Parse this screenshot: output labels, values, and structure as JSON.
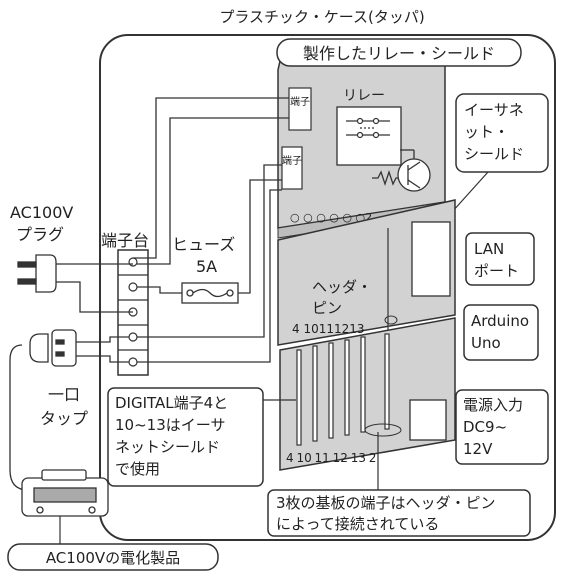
{
  "title": "プラスチック・ケース(タッパ)",
  "labels": {
    "relay_shield": "製作したリレー・シールド",
    "relay": "リレー",
    "ethernet_shield": [
      "イーサネ",
      "ット・",
      "シールド"
    ],
    "lan_port": [
      "LAN",
      "ポート"
    ],
    "arduino": [
      "Arduino",
      "Uno"
    ],
    "header_pin": [
      "ヘッダ・",
      "ピン"
    ],
    "power_input": [
      "電源入力",
      "DC9~",
      "12V"
    ],
    "ac_plug": [
      "AC100V",
      "プラグ"
    ],
    "terminal_block": "端子台",
    "fuse": [
      "ヒューズ",
      "5A"
    ],
    "outlet_tap": [
      "一口",
      "タップ"
    ],
    "digital_note": [
      "DIGITAL端子4と",
      "10~13はイーサ",
      "ネットシールド",
      "で使用"
    ],
    "boards_note": [
      "3枚の基板の端子はヘッダ・ピン",
      "によって接続されている"
    ],
    "appliance": "AC100Vの電化製品",
    "terminal_small": "端子",
    "relay_pin_row": "○ ○ ○ ○ ○ ○2",
    "mid_pins": "4 10111213",
    "mid_pin_2": "2",
    "bot_pins": "4 10 11 12 13 2"
  },
  "colors": {
    "board_fill": "#d2d2d2",
    "panel_fill": "#ffffff",
    "line": "#333333"
  }
}
